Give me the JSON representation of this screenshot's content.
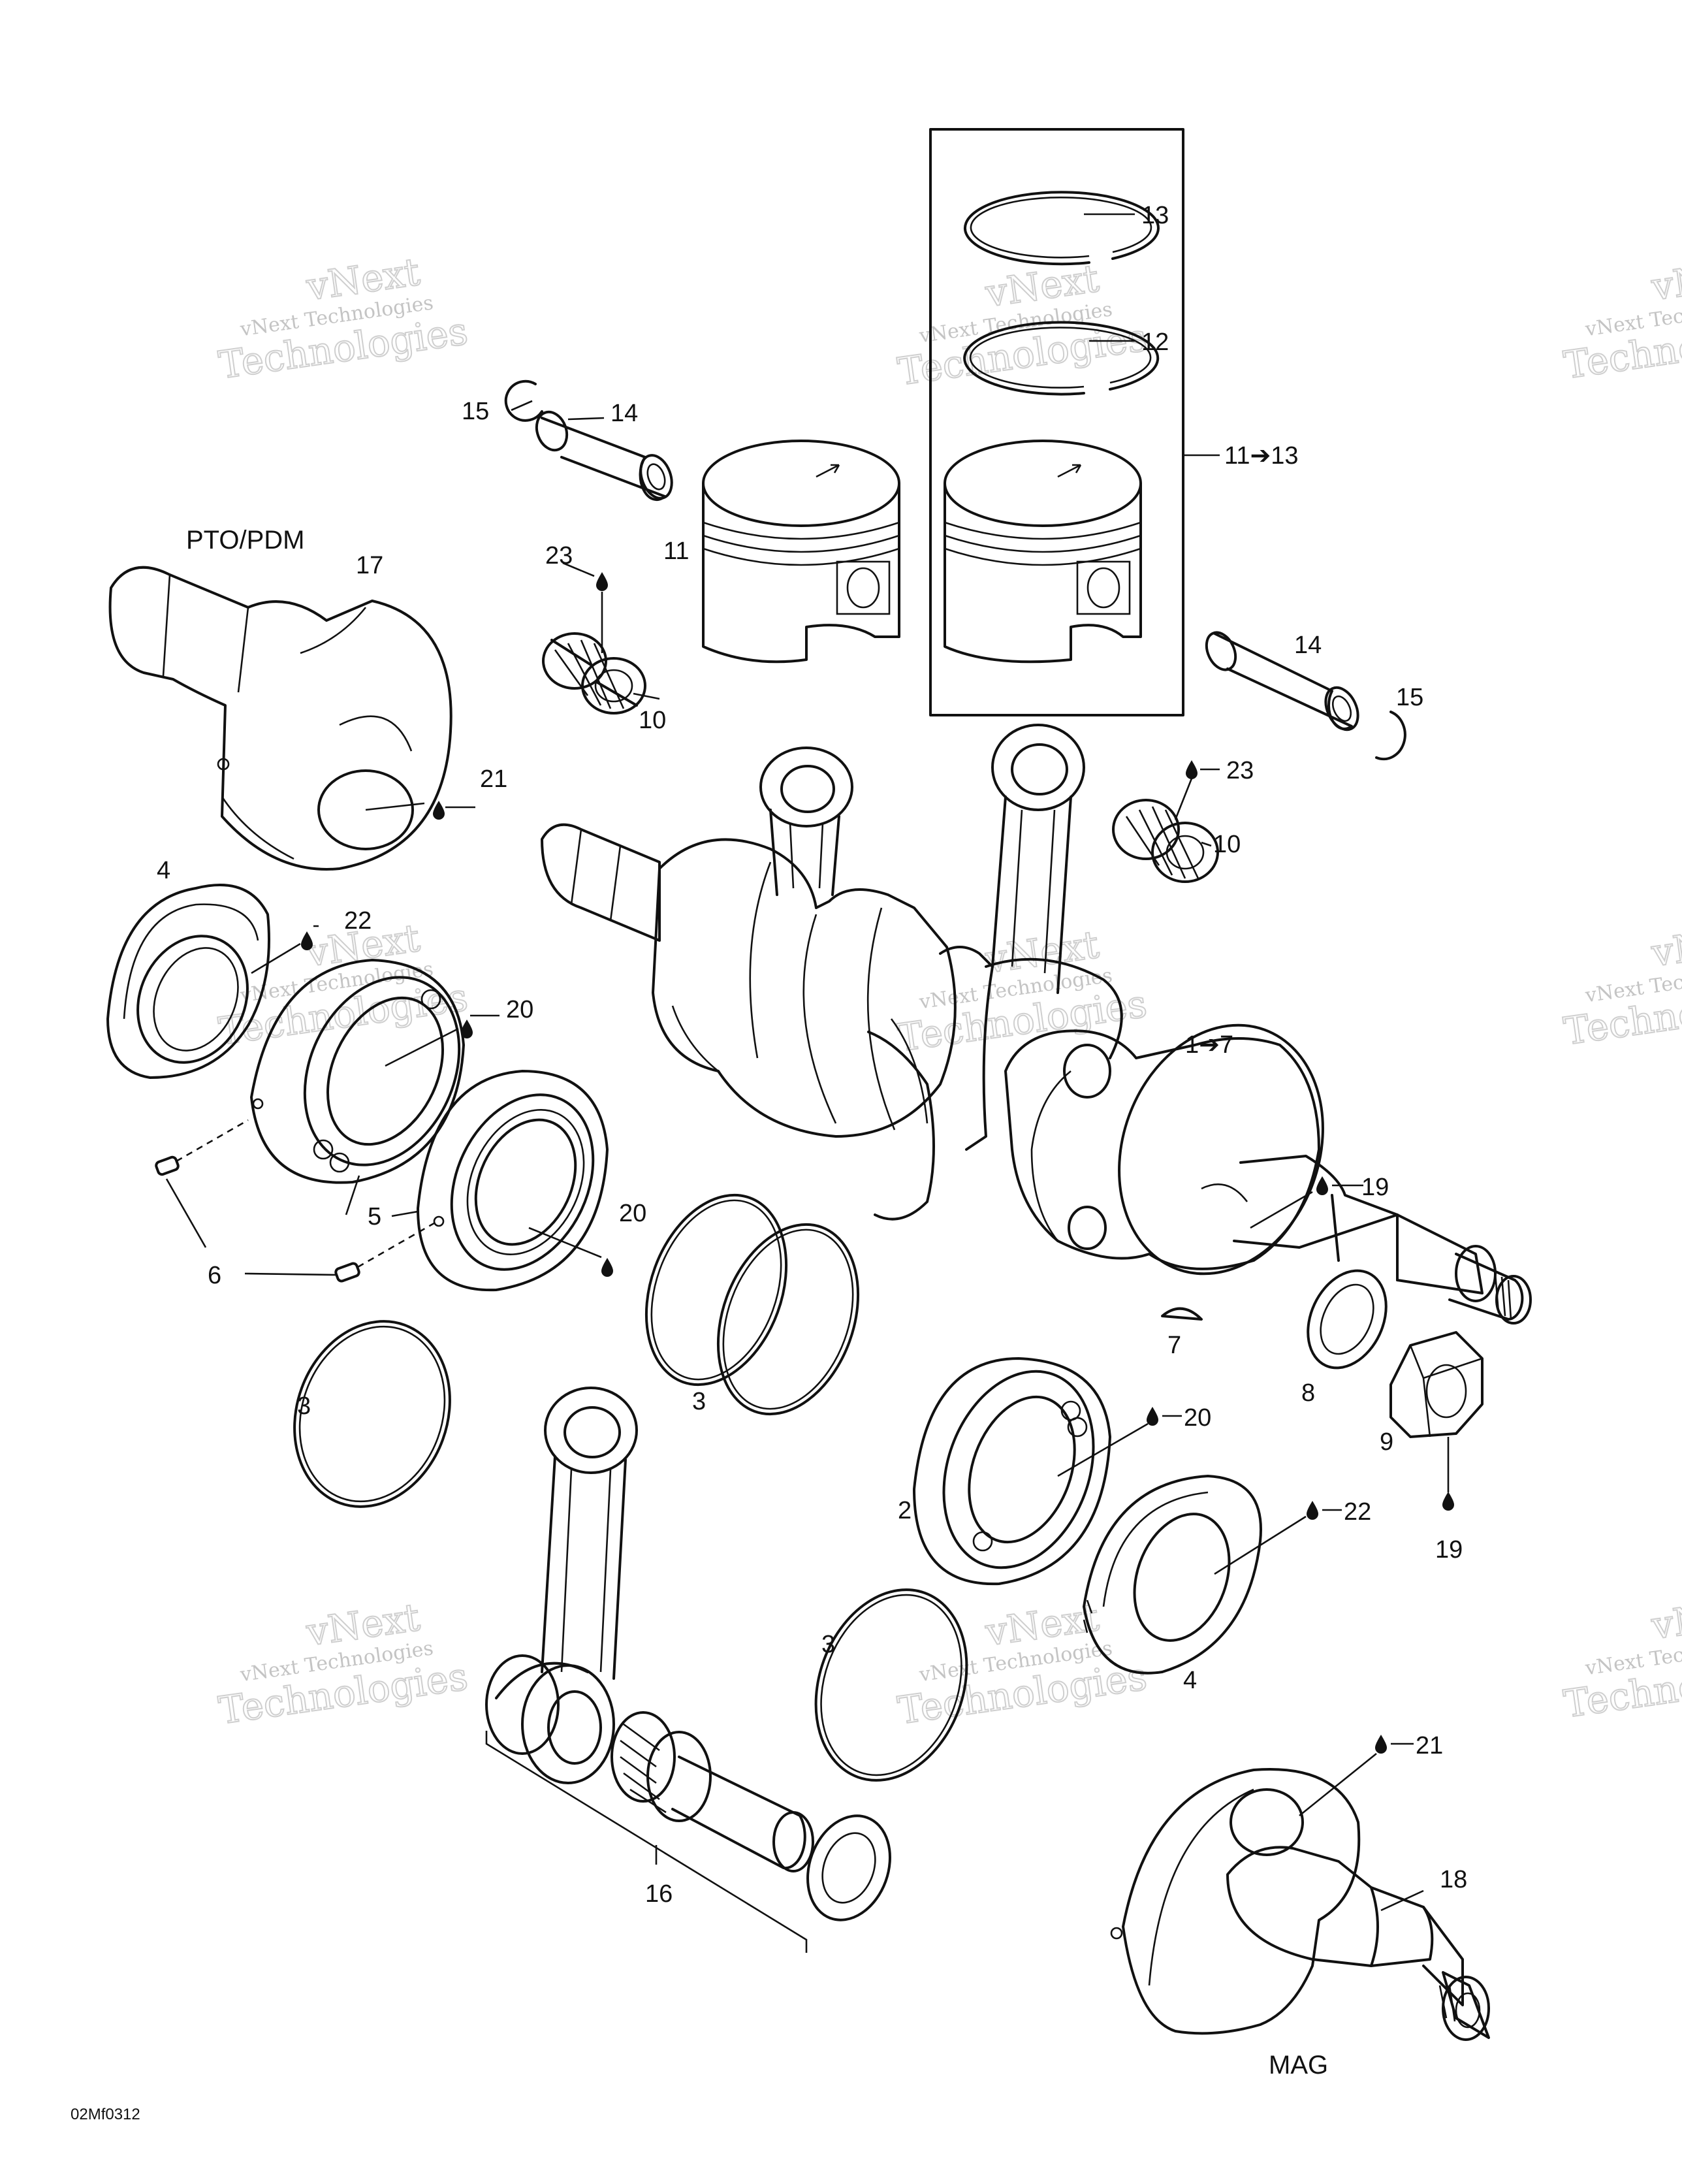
{
  "watermark": {
    "line1": "vNext",
    "line2": "vNext Technologies",
    "line3": "Technologies"
  },
  "figure_code": "02Mf0312",
  "side_labels": {
    "pto": "PTO/PDM",
    "mag": "MAG"
  },
  "callouts": {
    "c13": "13",
    "c12": "12",
    "c11_13": "11➔13",
    "c15a": "15",
    "c14a": "14",
    "c23a": "23",
    "c11": "11",
    "c10a": "10",
    "c17": "17",
    "c14b": "14",
    "c15b": "15",
    "c21a": "21",
    "c23b": "23",
    "c10b": "10",
    "c4a": "4",
    "c22a": "22",
    "c20a": "20",
    "c1_7": "1➔7",
    "c20b": "20",
    "c19a": "19",
    "c5": "5",
    "c6": "6",
    "c7": "7",
    "c8": "8",
    "c9": "9",
    "c3a": "3",
    "c3b": "3",
    "c20c": "20",
    "c2": "2",
    "c22b": "22",
    "c19b": "19",
    "c3c": "3",
    "c4b": "4",
    "c21b": "21",
    "c18": "18",
    "c16": "16"
  }
}
